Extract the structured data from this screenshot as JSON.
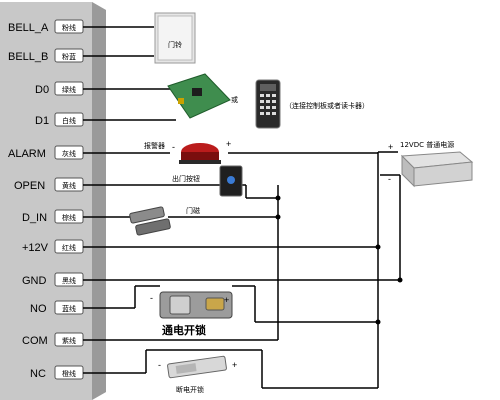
{
  "terminals": [
    {
      "name": "BELL_A",
      "wire": "粉线"
    },
    {
      "name": "BELL_B",
      "wire": "粉蓝"
    },
    {
      "name": "D0",
      "wire": "绿线"
    },
    {
      "name": "D1",
      "wire": "白线"
    },
    {
      "name": "ALARM",
      "wire": "灰线"
    },
    {
      "name": "OPEN",
      "wire": "黄线"
    },
    {
      "name": "D_IN",
      "wire": "棕线"
    },
    {
      "name": "+12V",
      "wire": "红线"
    },
    {
      "name": "GND",
      "wire": "黑线"
    },
    {
      "name": "NO",
      "wire": "蓝线"
    },
    {
      "name": "COM",
      "wire": "紫线"
    },
    {
      "name": "NC",
      "wire": "橙线"
    }
  ],
  "devices": {
    "doorbell": "门铃",
    "or_label": "或",
    "reader_note": "（连接控制板或者读卡器）",
    "alarm": "报警器",
    "exit_button": "出门按钮",
    "door_sensor": "门磁",
    "power_supply": "12VDC 普通电源",
    "lock_no": "通电开锁",
    "lock_nc": "断电开锁"
  },
  "signs": {
    "plus": "+",
    "minus": "-"
  }
}
